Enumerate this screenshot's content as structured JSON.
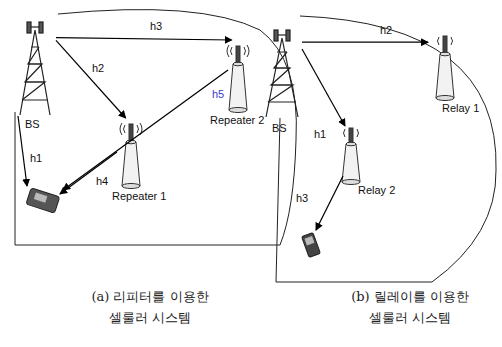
{
  "diagram": {
    "nodes": [
      {
        "text": [
          "BS"
        ]
      },
      {
        "text": [
          "Repeater 2"
        ]
      },
      {
        "text": [
          "Repeater 1"
        ]
      },
      {
        "text": [
          "BS"
        ]
      },
      {
        "text": [
          "Relay 1"
        ]
      },
      {
        "text": [
          "Relay 2"
        ]
      }
    ],
    "edges": [
      {
        "from": 0,
        "to": 1,
        "label": "h3",
        "arrow": "to"
      },
      {
        "from": 0,
        "to": 2,
        "label": "h2",
        "arrow": "to"
      },
      {
        "from": 3,
        "to": 4,
        "label": "h2",
        "arrow": "to"
      },
      {
        "from": 3,
        "to": 5,
        "label": "h1",
        "arrow": "to"
      }
    ],
    "labels": [
      "h1",
      "h4",
      "h5",
      "h3",
      "(a) 리피터를 이용한 셀룰러 시스템",
      "(b) 릴레이를 이용한 셀룰러 시스템"
    ]
  }
}
